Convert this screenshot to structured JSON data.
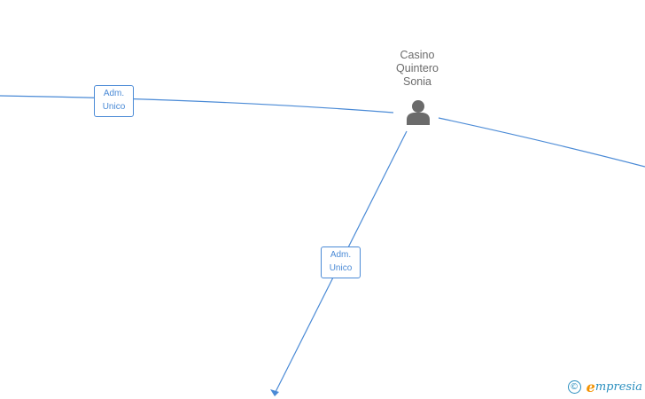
{
  "node": {
    "name_lines": [
      "Casino",
      "Quintero",
      "Sonia"
    ],
    "icon": "person-icon"
  },
  "edges": [
    {
      "label_lines": [
        "Adm.",
        "Unico"
      ]
    },
    {
      "label_lines": [
        "Adm.",
        "Unico"
      ]
    }
  ],
  "footer": {
    "copyright_symbol": "©",
    "brand_initial": "e",
    "brand_rest": "mpresia"
  },
  "colors": {
    "edge": "#4a8ad6",
    "node_icon": "#6b6b6b",
    "brand": "#2a8fbf",
    "brand_accent": "#f39200"
  }
}
